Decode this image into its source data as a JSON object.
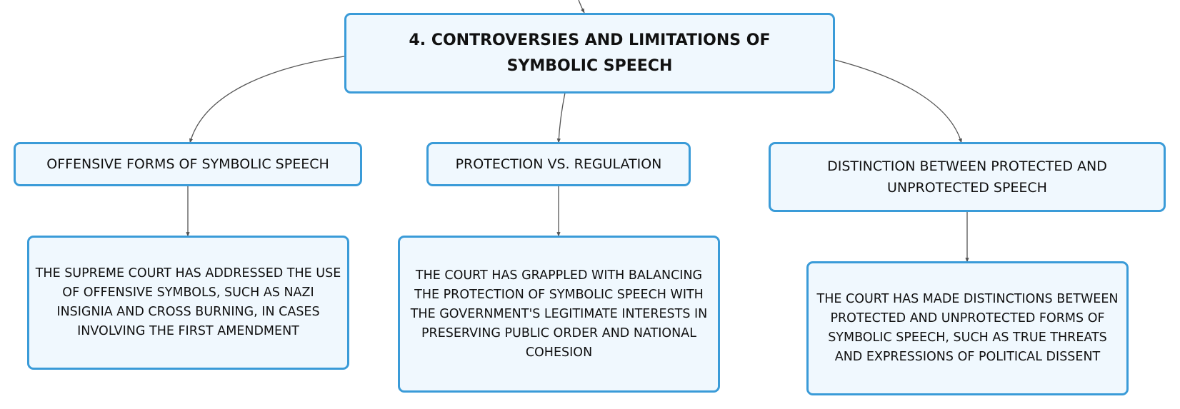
{
  "root": {
    "label": "4. CONTROVERSIES AND LIMITATIONS OF SYMBOLIC SPEECH"
  },
  "branches": [
    {
      "label": "OFFENSIVE FORMS OF SYMBOLIC SPEECH",
      "detail": "THE SUPREME COURT HAS ADDRESSED THE USE OF OFFENSIVE SYMBOLS, SUCH AS NAZI INSIGNIA AND CROSS BURNING, IN CASES INVOLVING THE FIRST AMENDMENT"
    },
    {
      "label": "PROTECTION VS. REGULATION",
      "detail": "THE COURT HAS GRAPPLED WITH BALANCING THE PROTECTION OF SYMBOLIC SPEECH WITH THE GOVERNMENT'S LEGITIMATE INTERESTS IN PRESERVING PUBLIC ORDER AND NATIONAL COHESION"
    },
    {
      "label": "DISTINCTION BETWEEN PROTECTED AND UNPROTECTED SPEECH",
      "detail": "THE COURT HAS MADE DISTINCTIONS BETWEEN PROTECTED AND UNPROTECTED FORMS OF SYMBOLIC SPEECH, SUCH AS TRUE THREATS AND EXPRESSIONS OF POLITICAL DISSENT"
    }
  ],
  "colors": {
    "node_border": "#3a9bd8",
    "node_fill": "#f0f8fe",
    "connector": "#555555"
  }
}
